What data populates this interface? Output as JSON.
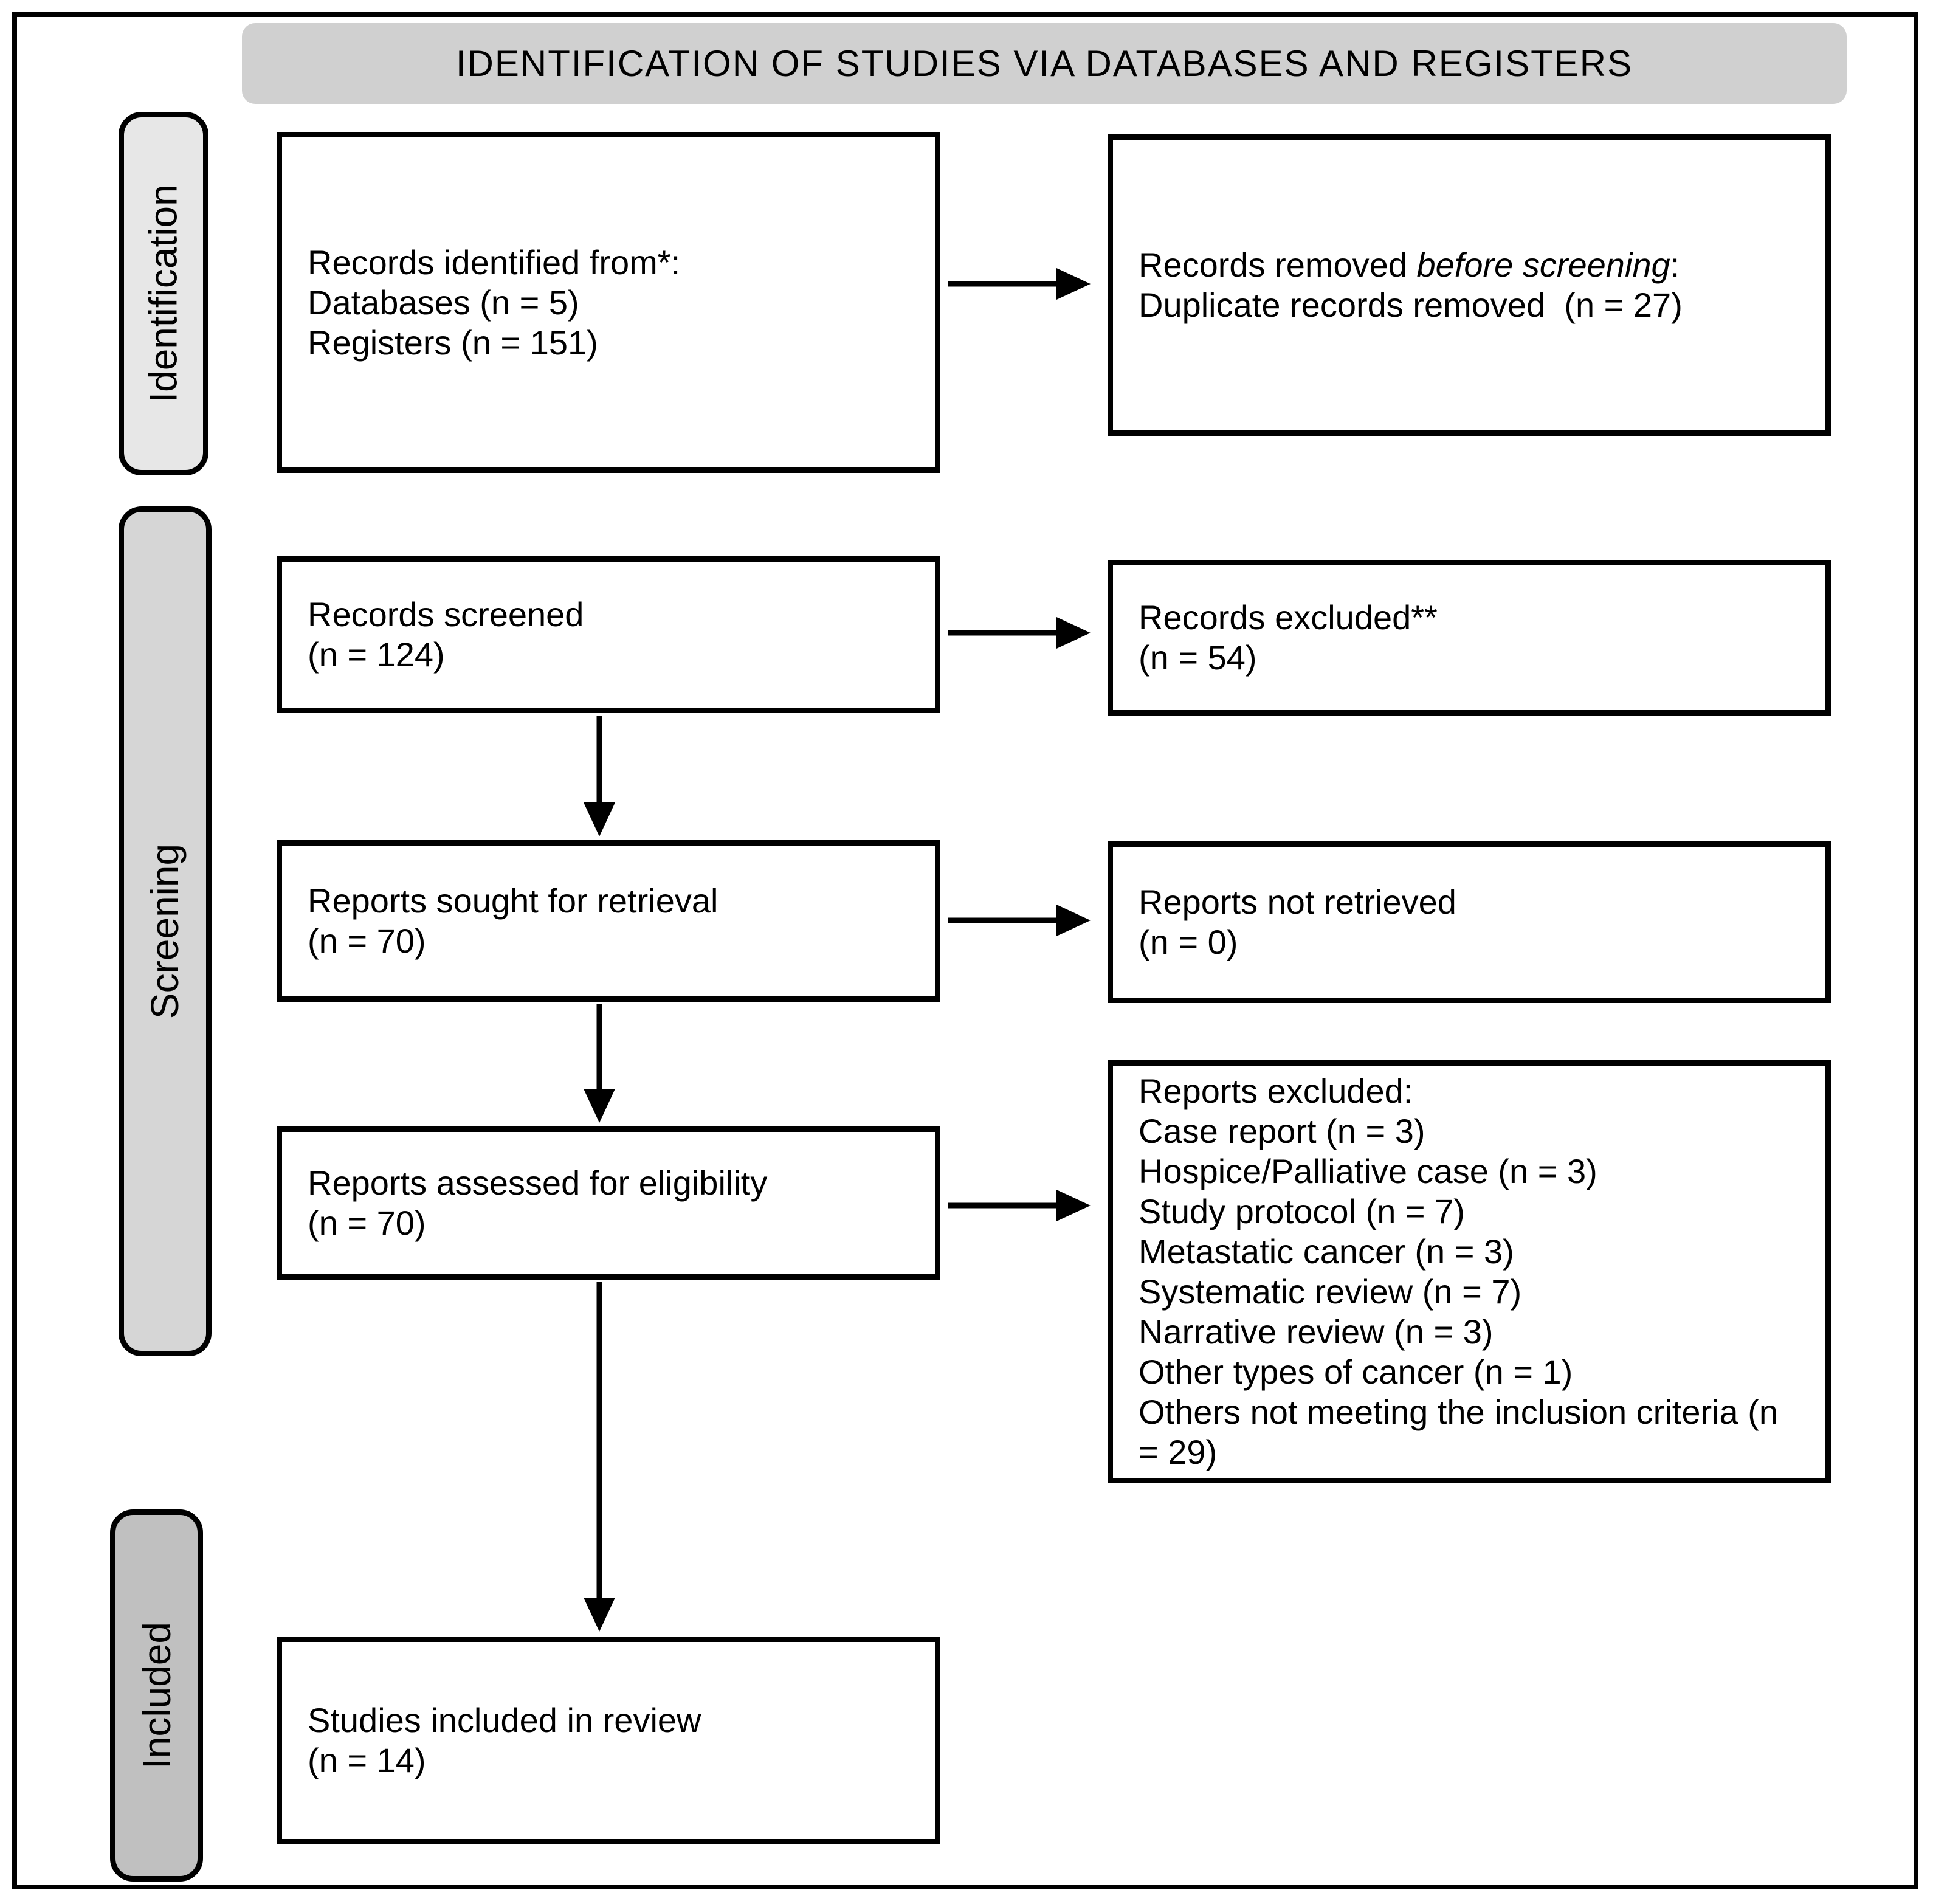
{
  "title": "IDENTIFICATION OF STUDIES VIA DATABASES AND REGISTERS",
  "stages": {
    "identification": "Identification",
    "screening": "Screening",
    "included": "Included"
  },
  "boxes": {
    "records_identified": {
      "line1": "Records identified from*:",
      "line2": "Databases (n = 5)",
      "line3": "Registers (n = 151)"
    },
    "records_removed": {
      "line1_prefix": "Records removed ",
      "line1_italic": "before screening",
      "line1_suffix": ":",
      "line2": "Duplicate records removed  (n = 27)"
    },
    "records_screened": {
      "line1": "Records screened",
      "line2": "(n = 124)"
    },
    "records_excluded": {
      "line1": "Records excluded**",
      "line2": "(n = 54)"
    },
    "reports_sought": {
      "line1": "Reports sought for retrieval",
      "line2": "(n = 70)"
    },
    "reports_not_retrieved": {
      "line1": "Reports not retrieved",
      "line2": "(n = 0)"
    },
    "reports_assessed": {
      "line1": "Reports assessed for eligibility",
      "line2": "(n = 70)"
    },
    "reports_excluded": {
      "header": "Reports excluded:",
      "items": [
        "Case report (n = 3)",
        "Hospice/Palliative case (n = 3)",
        "Study protocol (n = 7)",
        "Metastatic cancer (n = 3)",
        "Systematic review (n = 7)",
        "Narrative review (n = 3)",
        "Other types of cancer (n = 1)",
        "Others not meeting the inclusion criteria (n = 29)"
      ]
    },
    "studies_included": {
      "line1": "Studies included in review",
      "line2": "(n = 14)"
    }
  },
  "colors": {
    "title_bar": "#d0d0d0",
    "stage_identification": "#e7e7e7",
    "stage_screening": "#d6d6d6",
    "stage_included": "#c0c0c0",
    "box_border": "#000000",
    "background": "#ffffff"
  }
}
